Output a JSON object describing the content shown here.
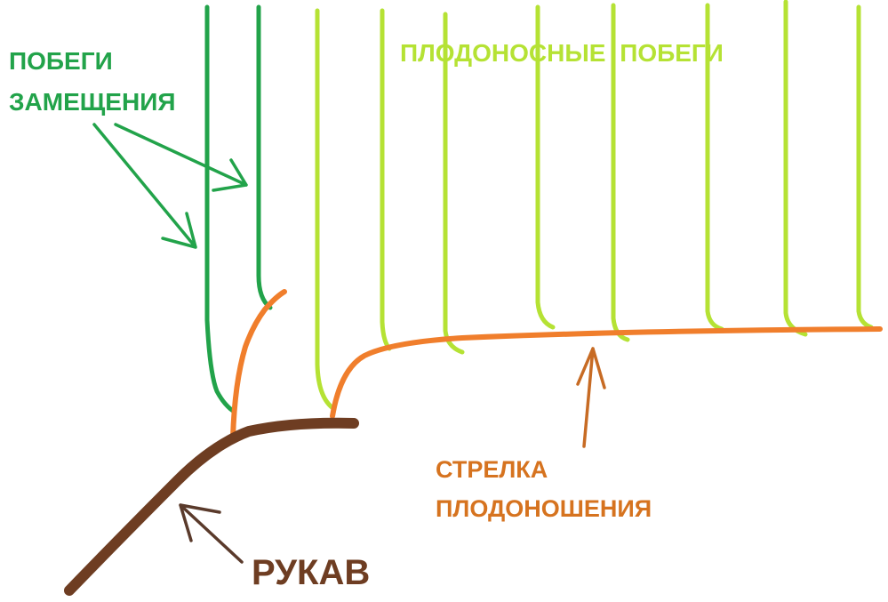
{
  "labels": {
    "replacement_shoots": {
      "line1": "ПОБЕГИ",
      "line2": "ЗАМЕЩЕНИЯ"
    },
    "fruiting_shoots": "ПЛОДОНОСНЫЕ ПОБЕГИ",
    "fruiting_spur": {
      "line1": "СТРЕЛКА",
      "line2": "ПЛОДОНОШЕНИЯ"
    },
    "arm": "РУКАВ"
  },
  "colors": {
    "replacement_green": "#22a34a",
    "fruiting_green": "#b5e234",
    "spur_orange": "#f07e2c",
    "spur_label_orange": "#d6731f",
    "arm_brown": "#6e3d22",
    "arrow_brown": "#5a3a2b",
    "arrow_orange": "#c76b24",
    "arrow_green": "#22a34a",
    "background": "#ffffff"
  }
}
